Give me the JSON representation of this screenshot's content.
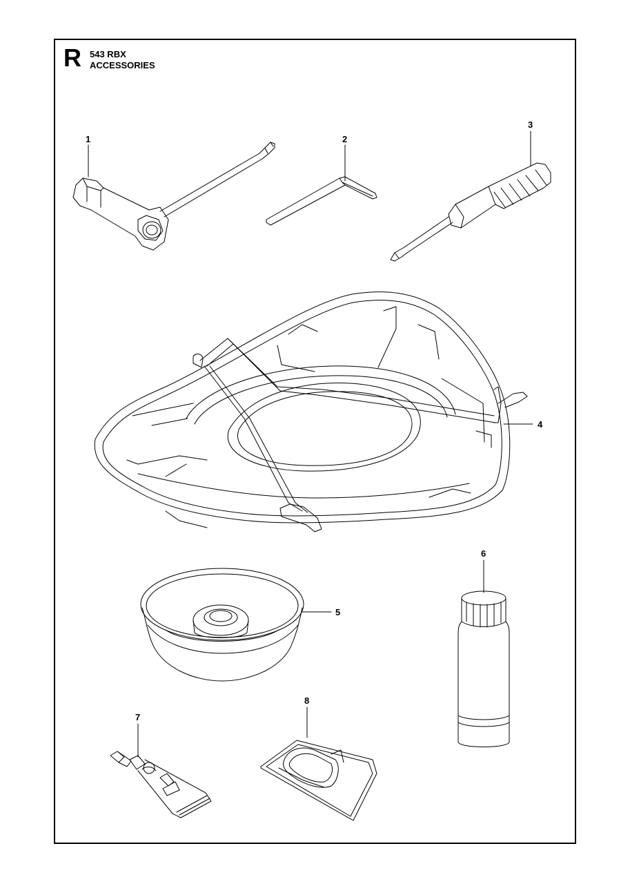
{
  "header": {
    "section_letter": "R",
    "model": "543 RBX",
    "title": "ACCESSORIES"
  },
  "callouts": [
    "1",
    "2",
    "3",
    "4",
    "5",
    "6",
    "7",
    "8"
  ],
  "parts": [
    {
      "number": "1",
      "icon": "combination-spanner-icon"
    },
    {
      "number": "2",
      "icon": "hex-key-icon"
    },
    {
      "number": "3",
      "icon": "screwdriver-icon"
    },
    {
      "number": "4",
      "icon": "blade-guard-icon"
    },
    {
      "number": "5",
      "icon": "support-cup-icon"
    },
    {
      "number": "6",
      "icon": "oil-bottle-icon"
    },
    {
      "number": "7",
      "icon": "grease-tube-icon"
    },
    {
      "number": "8",
      "icon": "carrying-strap-icon"
    }
  ]
}
